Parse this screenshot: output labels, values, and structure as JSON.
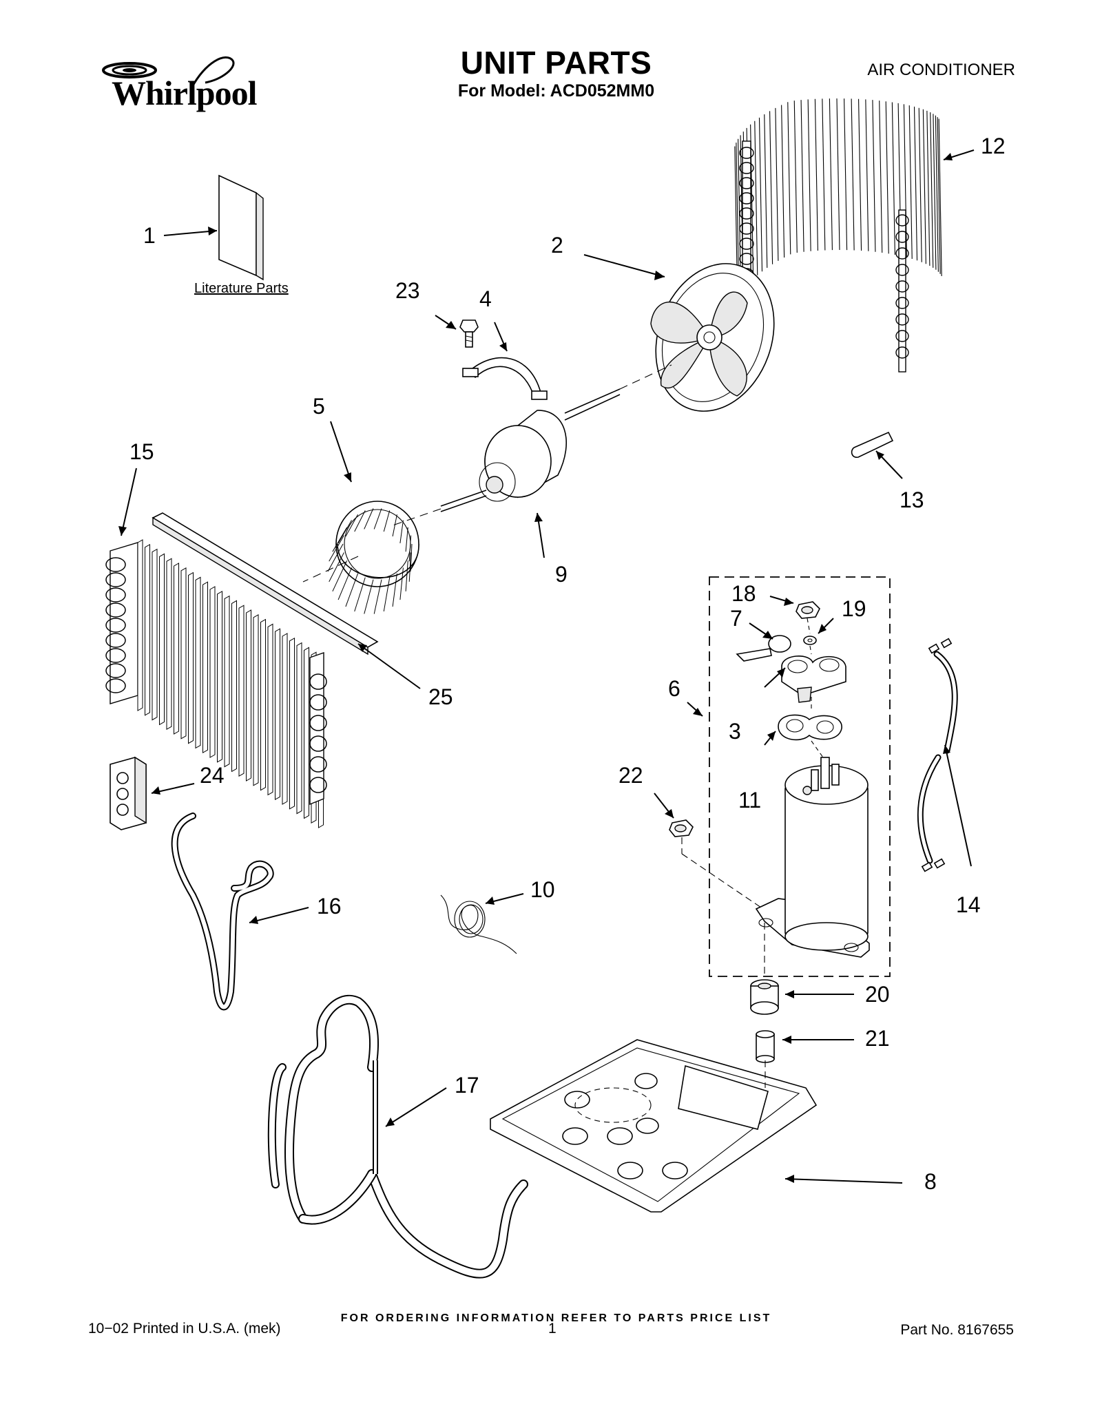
{
  "header": {
    "brand": "Whirlpool",
    "title": "UNIT PARTS",
    "subtitle": "For Model: ACD052MM0",
    "category": "AIR CONDITIONER"
  },
  "literature_label": "Literature Parts",
  "callouts": [
    "1",
    "2",
    "3",
    "4",
    "5",
    "6",
    "7",
    "8",
    "9",
    "10",
    "11",
    "12",
    "13",
    "14",
    "15",
    "16",
    "17",
    "18",
    "19",
    "20",
    "21",
    "22",
    "23",
    "24",
    "25"
  ],
  "footer": {
    "note": "FOR ORDERING INFORMATION REFER TO PARTS PRICE LIST",
    "printed": "10−02 Printed in U.S.A. (mek)",
    "page": "1",
    "part_no": "Part No. 8167655"
  }
}
